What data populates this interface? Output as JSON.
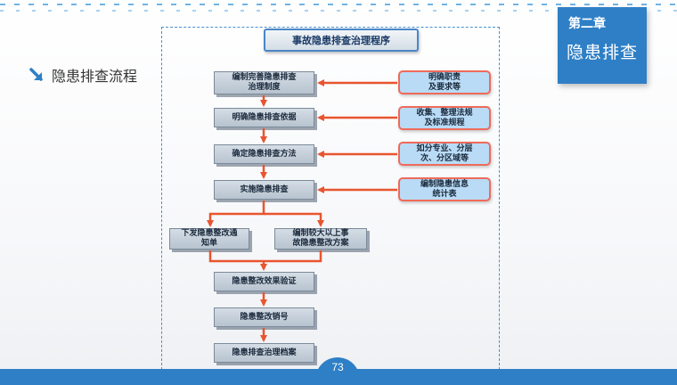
{
  "badge": {
    "chapter": "第二章",
    "section": "隐患排查"
  },
  "heading": "隐患排查流程",
  "diagram": {
    "title": "事故隐患排查治理程序",
    "steps": [
      {
        "line1": "编制完善隐患排查",
        "line2": "治理制度"
      },
      {
        "line1": "明确隐患排查依据",
        "line2": ""
      },
      {
        "line1": "确定隐患排查方法",
        "line2": ""
      },
      {
        "line1": "实施隐患排查",
        "line2": ""
      },
      {
        "line1": "下发隐患整改通",
        "line2": "知单"
      },
      {
        "line1": "编制较大以上事",
        "line2": "故隐患整改方案"
      },
      {
        "line1": "隐患整改效果验证",
        "line2": ""
      },
      {
        "line1": "隐患整改销号",
        "line2": ""
      },
      {
        "line1": "隐患排查治理档案",
        "line2": ""
      }
    ],
    "notes": [
      {
        "line1": "明确职责",
        "line2": "及要求等"
      },
      {
        "line1": "收集、整理法规",
        "line2": "及标准规程"
      },
      {
        "line1": "如分专业、分层",
        "line2": "次、分区域等"
      },
      {
        "line1": "编制隐患信息",
        "line2": "统计表"
      }
    ]
  },
  "page_number": "73",
  "colors": {
    "accent": "#2e7fc6",
    "arrow": "#e8552f",
    "note_fill": "#b9dbf6",
    "note_border": "#ef6a5a"
  }
}
